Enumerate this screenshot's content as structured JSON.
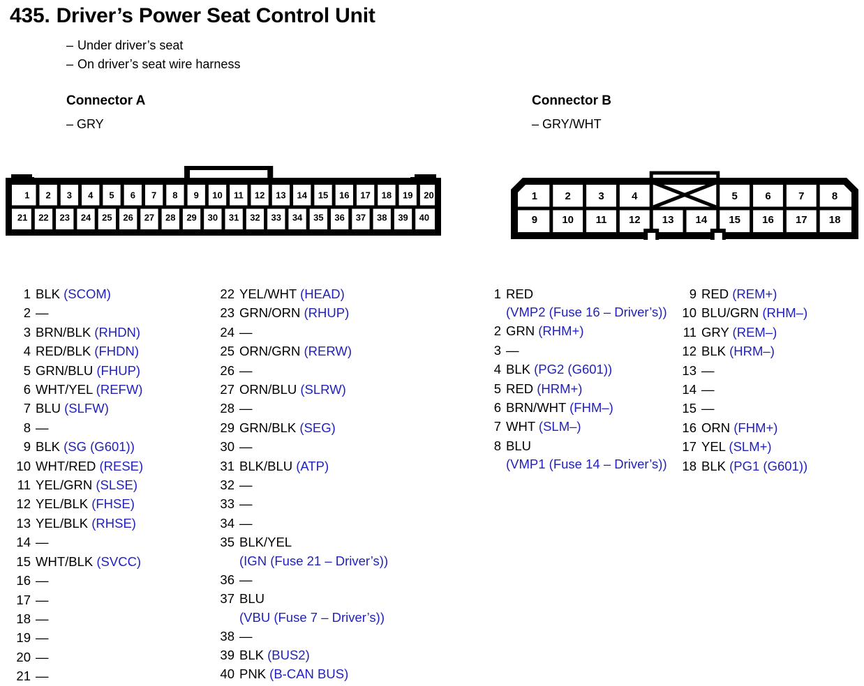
{
  "header": {
    "number": "435.",
    "title": "Driver’s Power Seat Control Unit",
    "bullets": [
      "Under driver’s seat",
      "On driver’s seat wire harness"
    ],
    "dash": "–"
  },
  "colors": {
    "circuit_label": "#2222bb",
    "text": "#000000",
    "background": "#ffffff"
  },
  "connectors": [
    {
      "id": "A",
      "heading": "Connector A",
      "subtitle": "– GRY",
      "pin_count": 40,
      "diagram": {
        "top_row": [
          "1",
          "2",
          "3",
          "4",
          "5",
          "6",
          "7",
          "8",
          "9",
          "10",
          "11",
          "12",
          "13",
          "14",
          "15",
          "16",
          "17",
          "18",
          "19",
          "20"
        ],
        "bottom_row": [
          "21",
          "22",
          "23",
          "24",
          "25",
          "26",
          "27",
          "28",
          "29",
          "30",
          "31",
          "32",
          "33",
          "34",
          "35",
          "36",
          "37",
          "38",
          "39",
          "40"
        ],
        "latch_span": "9-12"
      },
      "pins": [
        {
          "num": "1",
          "color": "BLK",
          "circuit": "(SCOM)"
        },
        {
          "num": "2",
          "color": "",
          "circuit": "",
          "empty": "—"
        },
        {
          "num": "3",
          "color": "BRN/BLK",
          "circuit": "(RHDN)"
        },
        {
          "num": "4",
          "color": "RED/BLK",
          "circuit": "(FHDN)"
        },
        {
          "num": "5",
          "color": "GRN/BLU",
          "circuit": "(FHUP)"
        },
        {
          "num": "6",
          "color": "WHT/YEL",
          "circuit": "(REFW)"
        },
        {
          "num": "7",
          "color": "BLU",
          "circuit": "(SLFW)"
        },
        {
          "num": "8",
          "color": "",
          "circuit": "",
          "empty": "—"
        },
        {
          "num": "9",
          "color": "BLK",
          "circuit": "(SG (G601))"
        },
        {
          "num": "10",
          "color": "WHT/RED",
          "circuit": "(RESE)"
        },
        {
          "num": "11",
          "color": "YEL/GRN",
          "circuit": "(SLSE)"
        },
        {
          "num": "12",
          "color": "YEL/BLK",
          "circuit": "(FHSE)"
        },
        {
          "num": "13",
          "color": "YEL/BLK",
          "circuit": "(RHSE)"
        },
        {
          "num": "14",
          "color": "",
          "circuit": "",
          "empty": "—"
        },
        {
          "num": "15",
          "color": "WHT/BLK",
          "circuit": "(SVCC)"
        },
        {
          "num": "16",
          "color": "",
          "circuit": "",
          "empty": "—"
        },
        {
          "num": "17",
          "color": "",
          "circuit": "",
          "empty": "—"
        },
        {
          "num": "18",
          "color": "",
          "circuit": "",
          "empty": "—"
        },
        {
          "num": "19",
          "color": "",
          "circuit": "",
          "empty": "—"
        },
        {
          "num": "20",
          "color": "",
          "circuit": "",
          "empty": "—"
        },
        {
          "num": "21",
          "color": "",
          "circuit": "",
          "empty": "—"
        },
        {
          "num": "22",
          "color": "YEL/WHT",
          "circuit": "(HEAD)"
        },
        {
          "num": "23",
          "color": "GRN/ORN",
          "circuit": "(RHUP)"
        },
        {
          "num": "24",
          "color": "",
          "circuit": "",
          "empty": "—"
        },
        {
          "num": "25",
          "color": "ORN/GRN",
          "circuit": "(RERW)"
        },
        {
          "num": "26",
          "color": "",
          "circuit": "",
          "empty": "—"
        },
        {
          "num": "27",
          "color": "ORN/BLU",
          "circuit": "(SLRW)"
        },
        {
          "num": "28",
          "color": "",
          "circuit": "",
          "empty": "—"
        },
        {
          "num": "29",
          "color": "GRN/BLK",
          "circuit": "(SEG)"
        },
        {
          "num": "30",
          "color": "",
          "circuit": "",
          "empty": "—"
        },
        {
          "num": "31",
          "color": "BLK/BLU",
          "circuit": "(ATP)"
        },
        {
          "num": "32",
          "color": "",
          "circuit": "",
          "empty": "—"
        },
        {
          "num": "33",
          "color": "",
          "circuit": "",
          "empty": "—"
        },
        {
          "num": "34",
          "color": "",
          "circuit": "",
          "empty": "—"
        },
        {
          "num": "35",
          "color": "BLK/YEL",
          "circuit": "",
          "circuit_wrapped": "(IGN (Fuse 21 – Driver’s))"
        },
        {
          "num": "36",
          "color": "",
          "circuit": "",
          "empty": "—"
        },
        {
          "num": "37",
          "color": "BLU",
          "circuit": "",
          "circuit_wrapped": "(VBU (Fuse 7 – Driver’s))"
        },
        {
          "num": "38",
          "color": "",
          "circuit": "",
          "empty": "—"
        },
        {
          "num": "39",
          "color": "BLK",
          "circuit": "(BUS2)"
        },
        {
          "num": "40",
          "color": "PNK",
          "circuit": "(B-CAN BUS)"
        }
      ]
    },
    {
      "id": "B",
      "heading": "Connector B",
      "subtitle": "– GRY/WHT",
      "pin_count": 18,
      "diagram": {
        "top_row": [
          "1",
          "2",
          "3",
          "4",
          "5",
          "6",
          "7",
          "8"
        ],
        "bottom_row": [
          "9",
          "10",
          "11",
          "12",
          "13",
          "14",
          "15",
          "16",
          "17",
          "18"
        ],
        "keyway": "crossed-slot"
      },
      "pins": [
        {
          "num": "1",
          "color": "RED",
          "circuit": "",
          "circuit_wrapped": "(VMP2 (Fuse 16 – Driver’s))"
        },
        {
          "num": "2",
          "color": "GRN",
          "circuit": "(RHM+)"
        },
        {
          "num": "3",
          "color": "",
          "circuit": "",
          "empty": "—"
        },
        {
          "num": "4",
          "color": "BLK",
          "circuit": "(PG2 (G601))"
        },
        {
          "num": "5",
          "color": "RED",
          "circuit": "(HRM+)"
        },
        {
          "num": "6",
          "color": "BRN/WHT",
          "circuit": "(FHM–)"
        },
        {
          "num": "7",
          "color": "WHT",
          "circuit": "(SLM–)"
        },
        {
          "num": "8",
          "color": "BLU",
          "circuit": "",
          "circuit_wrapped": "(VMP1 (Fuse 14 – Driver’s))"
        },
        {
          "num": "9",
          "color": "RED",
          "circuit": "(REM+)"
        },
        {
          "num": "10",
          "color": "BLU/GRN",
          "circuit": "(RHM–)"
        },
        {
          "num": "11",
          "color": "GRY",
          "circuit": "(REM–)"
        },
        {
          "num": "12",
          "color": "BLK",
          "circuit": "(HRM–)"
        },
        {
          "num": "13",
          "color": "",
          "circuit": "",
          "empty": "—"
        },
        {
          "num": "14",
          "color": "",
          "circuit": "",
          "empty": "—"
        },
        {
          "num": "15",
          "color": "",
          "circuit": "",
          "empty": "—"
        },
        {
          "num": "16",
          "color": "ORN",
          "circuit": "(FHM+)"
        },
        {
          "num": "17",
          "color": "YEL",
          "circuit": "(SLM+)"
        },
        {
          "num": "18",
          "color": "BLK",
          "circuit": "(PG1 (G601))"
        }
      ]
    }
  ]
}
